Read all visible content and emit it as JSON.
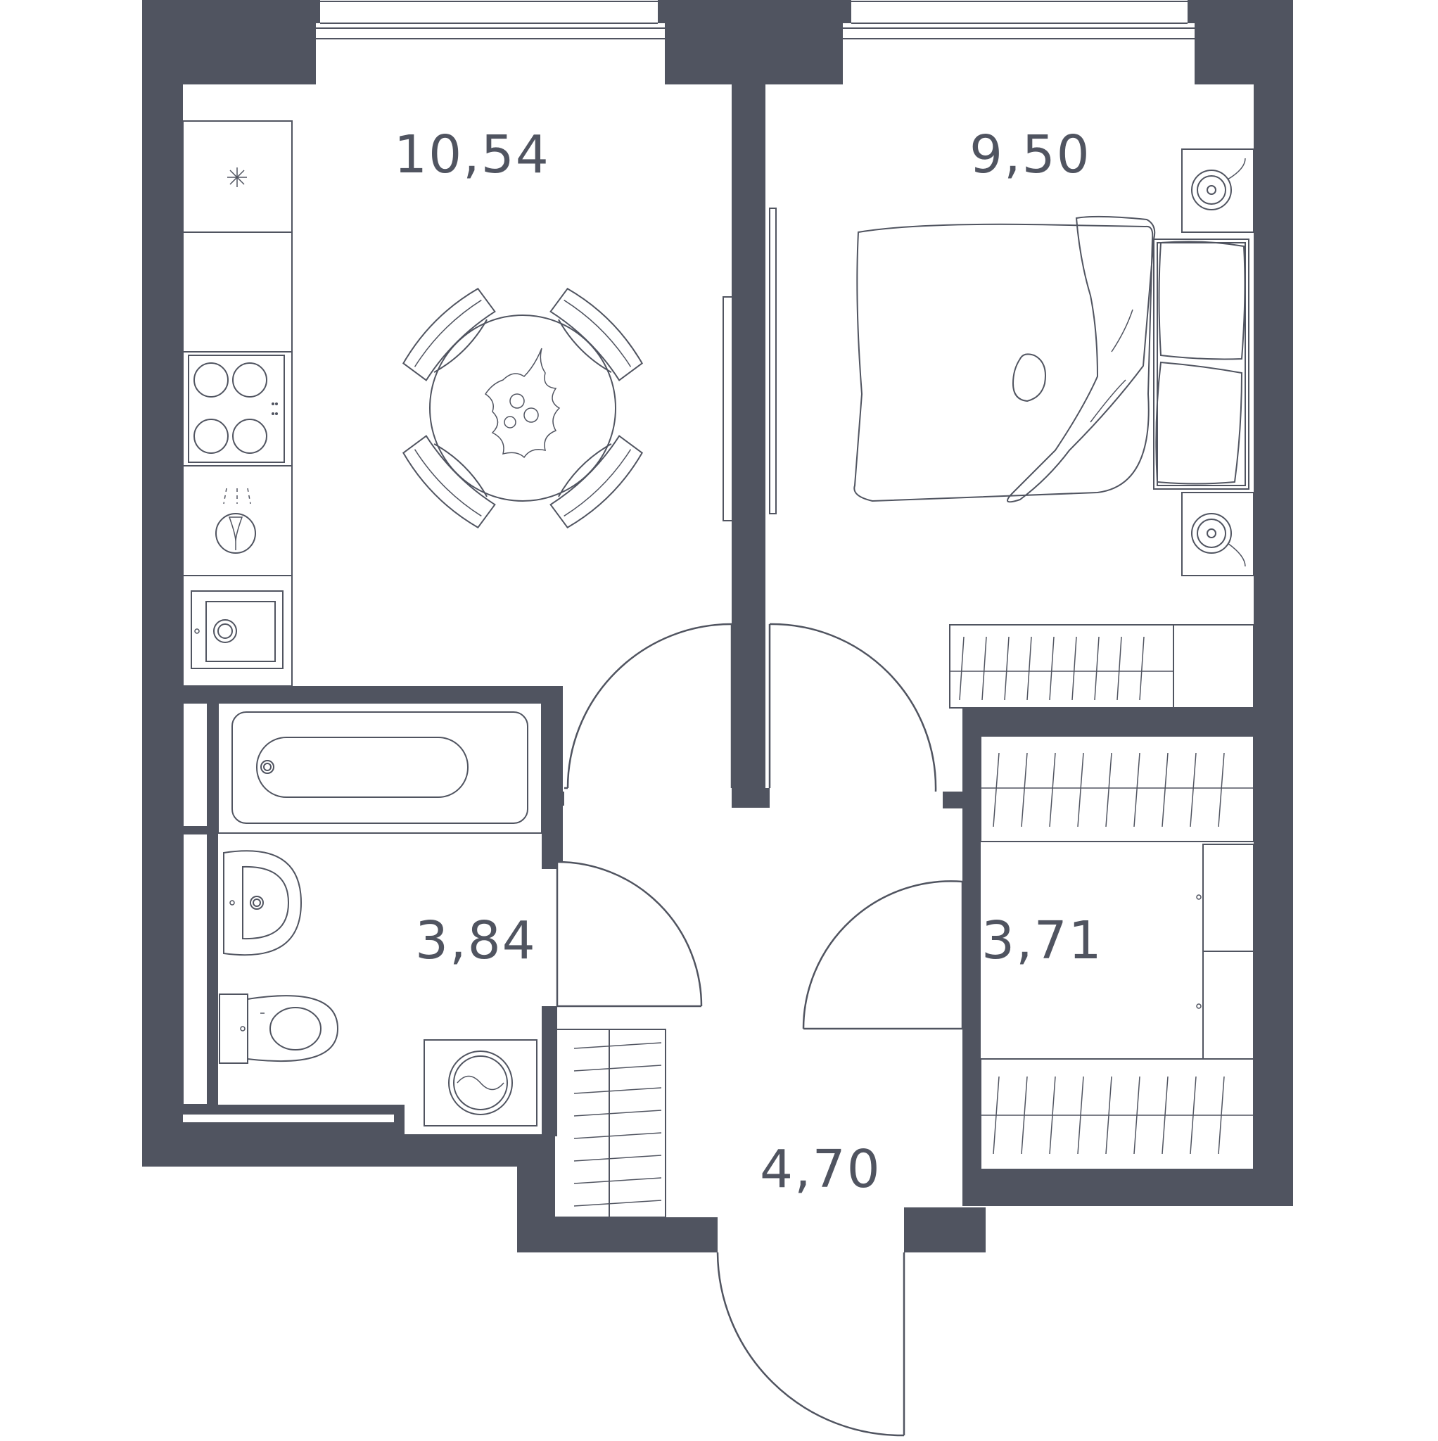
{
  "colors": {
    "wall": "#505460",
    "background": "#ffffff"
  },
  "rooms": [
    {
      "id": "kitchen",
      "area": "10,54"
    },
    {
      "id": "bedroom",
      "area": "9,50"
    },
    {
      "id": "bathroom",
      "area": "3,84"
    },
    {
      "id": "wardrobe",
      "area": "3,71"
    },
    {
      "id": "hallway",
      "area": "4,70"
    }
  ],
  "icons": [
    "hob-icon",
    "sink-icon",
    "bathtub-icon",
    "washbasin-icon",
    "toilet-icon",
    "washing-machine-icon",
    "bed-icon",
    "dining-table-icon",
    "lamp-icon",
    "wardrobe-icon"
  ]
}
